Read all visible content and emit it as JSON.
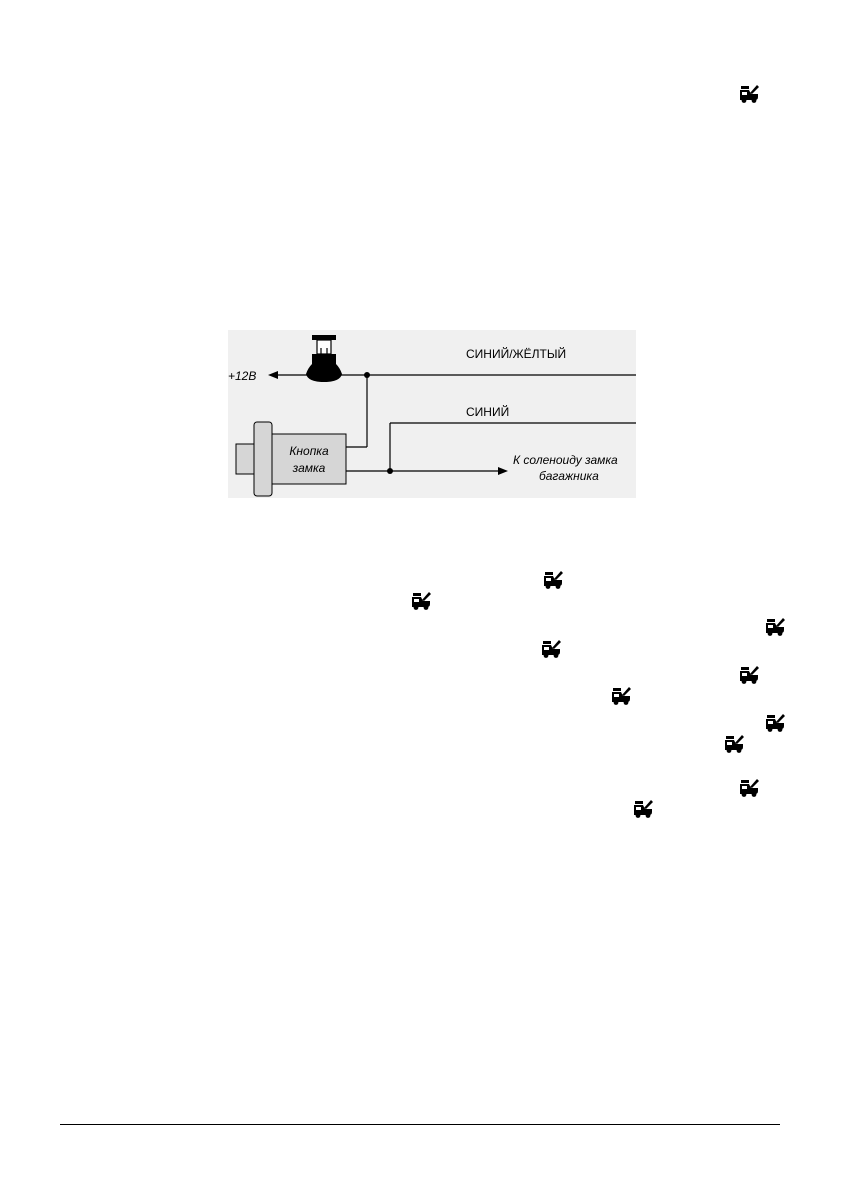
{
  "icons": {
    "trunk_icon_name": "trunk-open-icon"
  },
  "diagram": {
    "plus_12v": "+12В",
    "wire_blue_yellow": "СИНИЙ/ЖЁЛТЫЙ",
    "wire_blue": "СИНИЙ",
    "button_label_line1": "Кнопка",
    "button_label_line2": "замка",
    "solenoid_line1": "К соленоиду замка",
    "solenoid_line2": "багажника"
  },
  "colors": {
    "diagram_background": "#f0f0f0",
    "switch_body": "#d6d6d6",
    "ink": "#000000"
  }
}
